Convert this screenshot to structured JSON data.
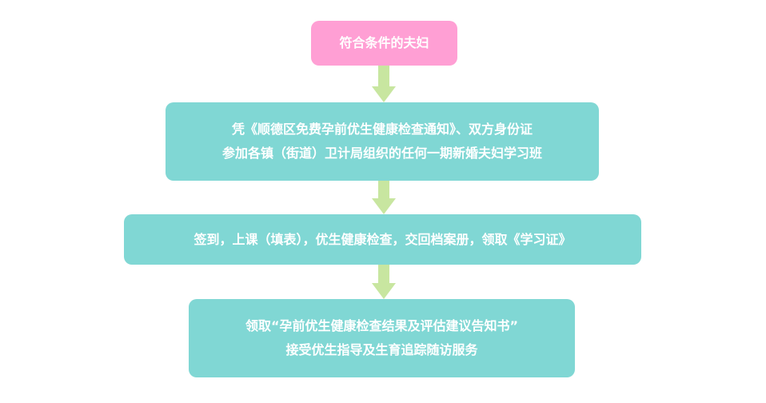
{
  "colors": {
    "start_box": "#ff9fd4",
    "step_box": "#80d7d4",
    "arrow": "#c8e6a0",
    "text": "#ffffff"
  },
  "steps": [
    {
      "lines": [
        "符合条件的夫妇"
      ]
    },
    {
      "lines": [
        "凭《顺德区免费孕前优生健康检查通知》、双方身份证",
        "参加各镇（街道）卫计局组织的任何一期新婚夫妇学习班"
      ]
    },
    {
      "lines": [
        "签到，上课（填表），优生健康检查，交回档案册，领取《学习证》"
      ]
    },
    {
      "lines": [
        "领取“孕前优生健康检查结果及评估建议告知书”",
        "接受优生指导及生育追踪随访服务"
      ]
    }
  ]
}
